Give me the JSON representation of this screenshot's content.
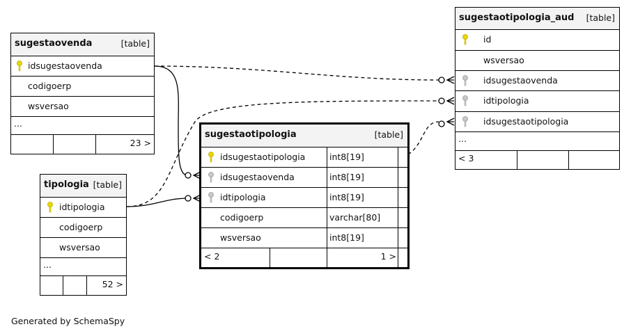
{
  "footer_text": "Generated by SchemaSpy",
  "colors": {
    "primary_key": "#e8d800",
    "foreign_key": "#b4b4b4"
  },
  "tables": {
    "sugestaovenda": {
      "name": "sugestaovenda",
      "tag": "[table]",
      "columns": [
        {
          "name": "idsugestaovenda",
          "key": "primary"
        },
        {
          "name": "codigoerp",
          "key": ""
        },
        {
          "name": "wsversao",
          "key": ""
        }
      ],
      "more": "...",
      "footer": [
        "",
        "",
        "23 >"
      ]
    },
    "tipologia": {
      "name": "tipologia",
      "tag": "[table]",
      "columns": [
        {
          "name": "idtipologia",
          "key": "primary"
        },
        {
          "name": "codigoerp",
          "key": ""
        },
        {
          "name": "wsversao",
          "key": ""
        }
      ],
      "more": "...",
      "footer": [
        "",
        "",
        "52 >"
      ]
    },
    "sugestaotipologia": {
      "name": "sugestaotipologia",
      "tag": "[table]",
      "columns": [
        {
          "name": "idsugestaotipologia",
          "type": "int8[19]",
          "key": "primary"
        },
        {
          "name": "idsugestaovenda",
          "type": "int8[19]",
          "key": "foreign"
        },
        {
          "name": "idtipologia",
          "type": "int8[19]",
          "key": "foreign"
        },
        {
          "name": "codigoerp",
          "type": "varchar[80]",
          "key": ""
        },
        {
          "name": "wsversao",
          "type": "int8[19]",
          "key": ""
        }
      ],
      "footer": [
        "< 2",
        "",
        "1 >"
      ]
    },
    "sugestaotipologia_aud": {
      "name": "sugestaotipologia_aud",
      "tag": "[table]",
      "columns": [
        {
          "name": "id",
          "key": "primary"
        },
        {
          "name": "wsversao",
          "key": ""
        },
        {
          "name": "idsugestaovenda",
          "key": "foreign"
        },
        {
          "name": "idtipologia",
          "key": "foreign"
        },
        {
          "name": "idsugestaotipologia",
          "key": "foreign"
        }
      ],
      "more": "...",
      "footer": [
        "< 3",
        "",
        ""
      ]
    }
  }
}
